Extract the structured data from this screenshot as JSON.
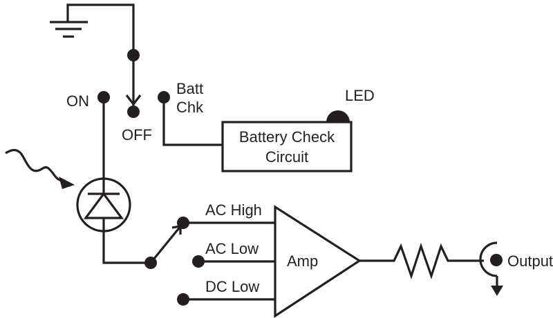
{
  "diagram": {
    "title": "Light meter / photodiode receiver circuit",
    "colors": {
      "ink": "#231f20",
      "background": "#ffffff"
    },
    "labels": {
      "power_on": "ON",
      "power_off": "OFF",
      "batt_check_line1": "Batt",
      "batt_check_line2": "Chk",
      "battery_box_line1": "Battery Check",
      "battery_box_line2": "Circuit",
      "led": "LED",
      "ac_high": "AC High",
      "ac_low": "AC Low",
      "dc_low": "DC Low",
      "amp": "Amp",
      "output": "Output"
    },
    "components": [
      {
        "id": "ground",
        "type": "ground-symbol"
      },
      {
        "id": "power-switch",
        "type": "3-position-switch",
        "positions": [
          "ON",
          "OFF",
          "Batt Chk"
        ],
        "selected": "OFF"
      },
      {
        "id": "battery-check-circuit",
        "type": "block"
      },
      {
        "id": "led",
        "type": "led-indicator"
      },
      {
        "id": "light-input",
        "type": "wavy-arrow"
      },
      {
        "id": "photodiode",
        "type": "photodiode"
      },
      {
        "id": "mode-switch",
        "type": "3-position-switch",
        "positions": [
          "AC High",
          "AC Low",
          "DC Low"
        ],
        "selected": "AC High"
      },
      {
        "id": "amplifier",
        "type": "op-amp"
      },
      {
        "id": "resistor",
        "type": "resistor"
      },
      {
        "id": "output-jack",
        "type": "jack"
      }
    ]
  }
}
